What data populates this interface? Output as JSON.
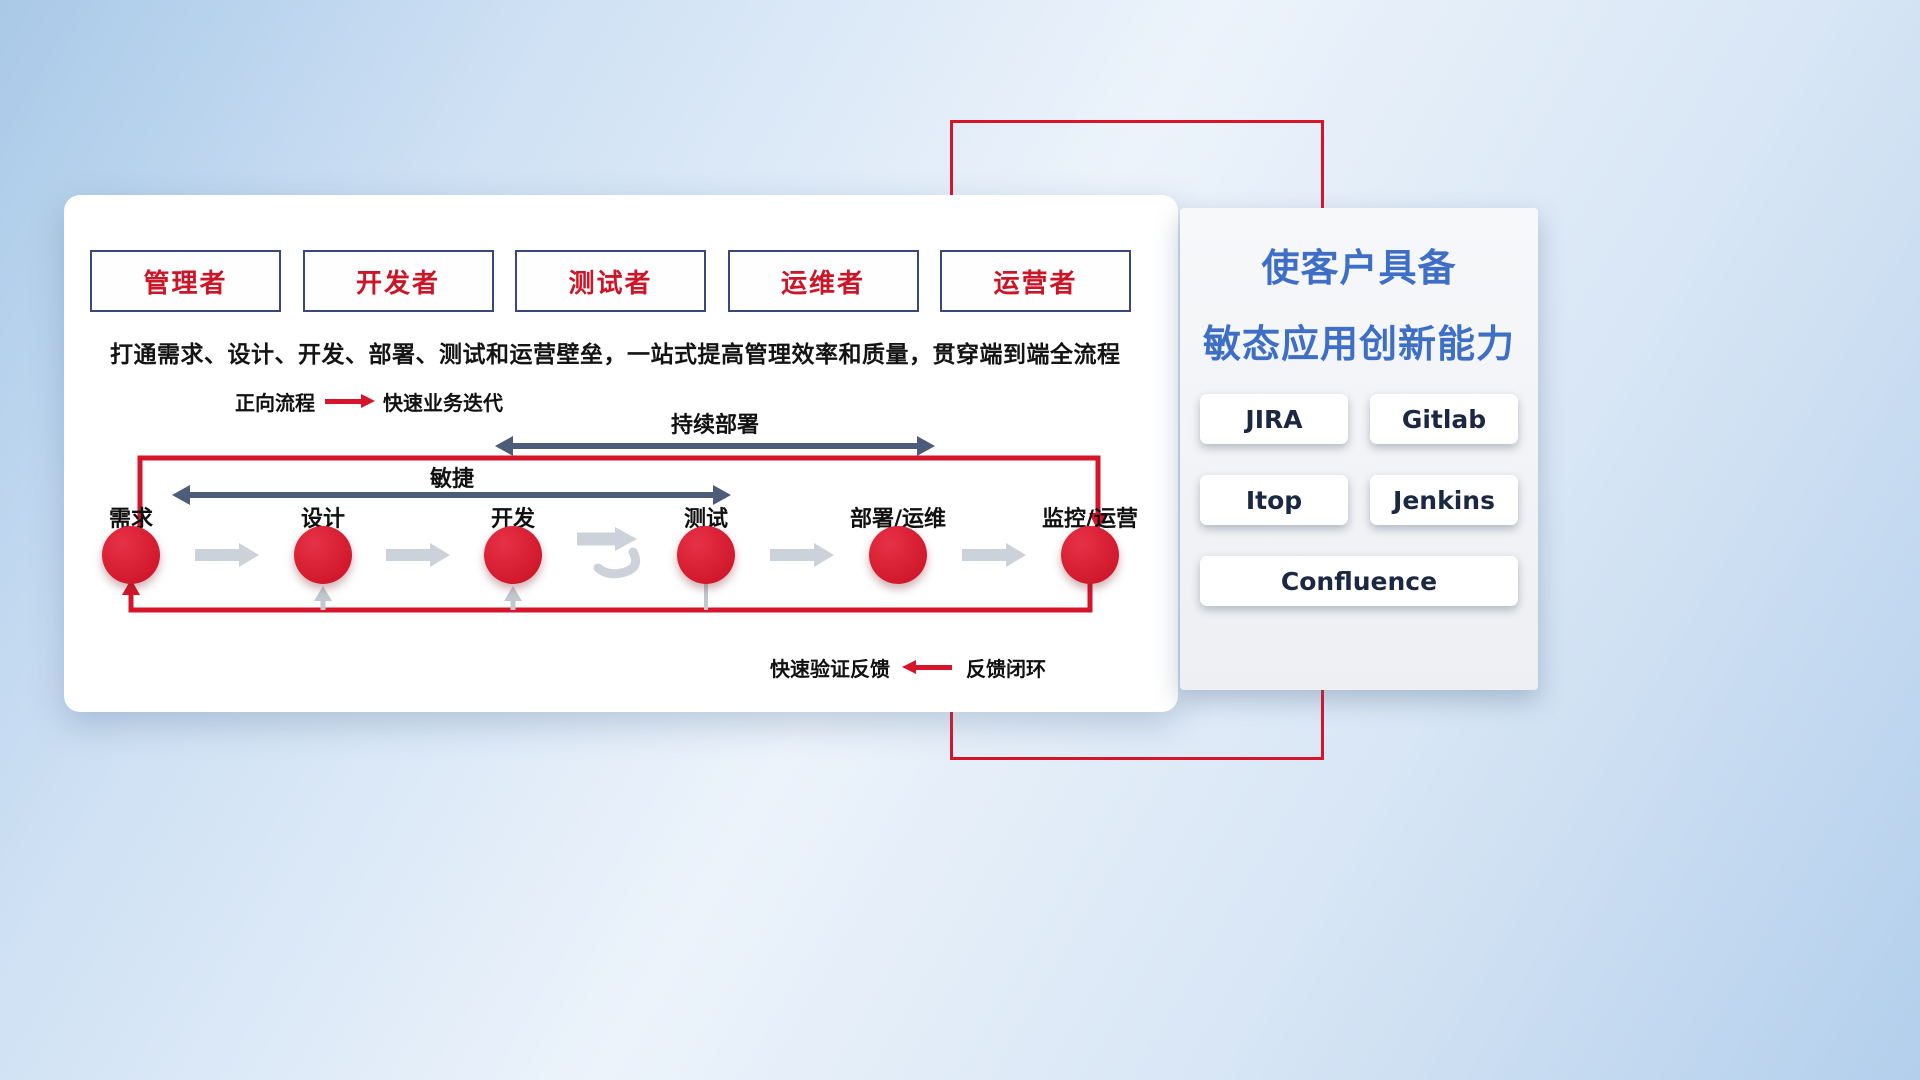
{
  "panel": {
    "roles": [
      {
        "label": "管理者"
      },
      {
        "label": "开发者"
      },
      {
        "label": "测试者"
      },
      {
        "label": "运维者"
      },
      {
        "label": "运营者"
      }
    ],
    "description": "打通需求、设计、开发、部署、测试和运营壁垒，一站式提高管理效率和质量，贯穿端到端全流程",
    "forward_legend": {
      "label": "正向流程",
      "value": "快速业务迭代"
    },
    "feedback_legend": {
      "label": "快速验证反馈",
      "value": "反馈闭环"
    },
    "flow": {
      "deploy_span_label": "持续部署",
      "agile_span_label": "敏捷",
      "stages": [
        {
          "label": "需求"
        },
        {
          "label": "设计"
        },
        {
          "label": "开发"
        },
        {
          "label": "测试"
        },
        {
          "label": "部署/运维"
        },
        {
          "label": "监控/运营"
        }
      ]
    }
  },
  "side_panel": {
    "title_line1": "使客户具备",
    "title_line2": "敏态应用创新能力",
    "tools": [
      {
        "label": "JIRA"
      },
      {
        "label": "Gitlab"
      },
      {
        "label": "Itop"
      },
      {
        "label": "Jenkins"
      },
      {
        "label": "Confluence"
      }
    ]
  },
  "colors": {
    "red": "#d6152b",
    "navy_arrow": "#4d5c78",
    "title_blue": "#3e6ec5",
    "tool_text": "#1c2742",
    "role_text": "#cc1527"
  }
}
